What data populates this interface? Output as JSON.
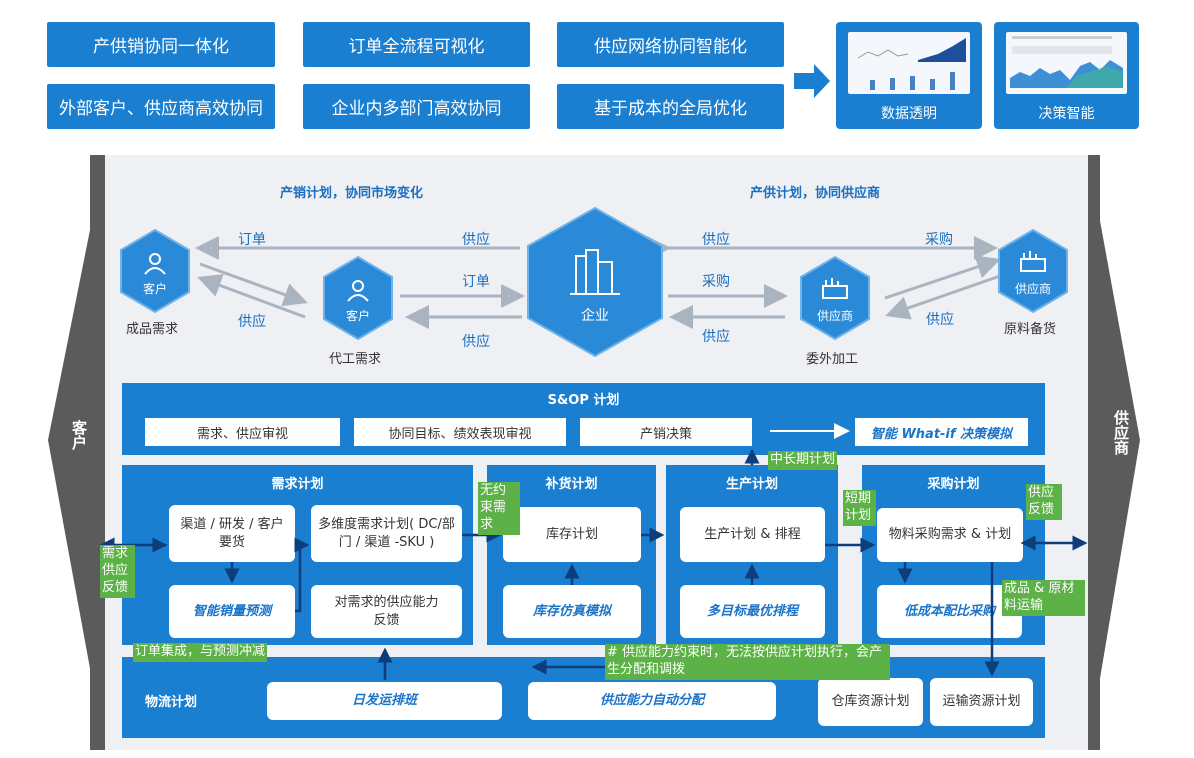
{
  "top_features": [
    "产供销协同一体化",
    "外部客户、供应商高效协同",
    "订单全流程可视化",
    "企业内多部门高效协同",
    "供应网络协同智能化",
    "基于成本的全局优化"
  ],
  "cards": [
    {
      "label": "数据透明"
    },
    {
      "label": "决策智能"
    }
  ],
  "side_left": "客户",
  "side_right": "供应商",
  "network": {
    "title_left": "产销计划，协同市场变化",
    "title_right": "产供计划，协同供应商",
    "nodes": {
      "customer1": "客户",
      "customer2": "客户",
      "enterprise": "企业",
      "supplier1": "供应商",
      "supplier2": "供应商"
    },
    "captions": {
      "customer1": "成品需求",
      "customer2": "代工需求",
      "supplier1": "委外加工",
      "supplier2": "原料备货"
    },
    "arrow_labels": {
      "c1_order": "订单",
      "c1_supply": "供应",
      "c2_supply_top": "供应",
      "c2_order": "订单",
      "c2_supply": "供应",
      "s1_supply_top": "供应",
      "s1_purchase": "采购",
      "s1_supply": "供应",
      "s2_purchase": "采购",
      "s2_supply": "供应"
    }
  },
  "sop": {
    "title": "S&OP 计划",
    "items": [
      "需求、供应审视",
      "协同目标、绩效表现审视",
      "产销决策"
    ],
    "whatif": "智能 What-if 决策模拟"
  },
  "panels": {
    "demand": {
      "title": "需求计划",
      "b1": "渠道 / 研发 / 客户要货",
      "b2": "智能销量预测",
      "b3": "多维度需求计划( DC/部门 / 渠道 -SKU )",
      "b4": "对需求的供应能力反馈"
    },
    "replenish": {
      "title": "补货计划",
      "b1": "库存计划",
      "b2": "库存仿真模拟"
    },
    "production": {
      "title": "生产计划",
      "b1": "生产计划 & 排程",
      "b2": "多目标最优排程"
    },
    "purchase": {
      "title": "采购计划",
      "b1": "物料采购需求 & 计划",
      "b2": "低成本配比采购"
    }
  },
  "logistics": {
    "title": "物流计划",
    "b1": "日发运排班",
    "b2": "供应能力自动分配",
    "b3": "仓库资源计划",
    "b4": "运输资源计划"
  },
  "notes": {
    "mid_long": "中长期计划",
    "feedback_left": "需求供应反馈",
    "unconstrained": "无约束需求",
    "short_term": "短期计划",
    "supply_feedback": "供应反馈",
    "transport": "成品 & 原材料运输",
    "order_integration": "订单集成，与预测冲减",
    "constraint": "# 供应能力约束时，无法按供应计划执行，会产生分配和调拨"
  },
  "colors": {
    "blue": "#1b7fd1",
    "green": "#5cb246",
    "dark": "#0d3d7a",
    "gray": "#5b5b5b"
  }
}
